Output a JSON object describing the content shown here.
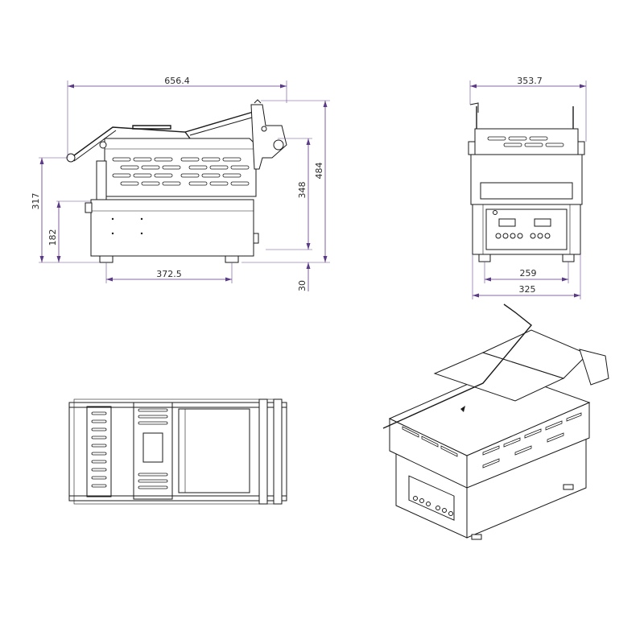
{
  "colors": {
    "line": "#1a1a1a",
    "dimension": "#5b3a86",
    "background": "#ffffff"
  },
  "dimensions": {
    "side_view": {
      "overall_length": "656.4",
      "total_height": "484",
      "body_height": "348",
      "handle_height": "317",
      "panel_height": "182",
      "feet_spacing": "372.5",
      "foot_height": "30"
    },
    "front_view": {
      "top_width": "353.7",
      "feet_spacing": "259",
      "base_width": "325"
    }
  }
}
